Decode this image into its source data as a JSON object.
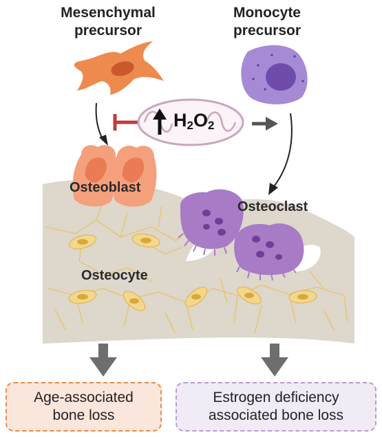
{
  "labels": {
    "mesenchymal_line1": "Mesenchymal",
    "mesenchymal_line2": "precursor",
    "monocyte_line1": "Monocyte",
    "monocyte_line2": "precursor",
    "osteoblast": "Osteoblast",
    "osteoclast": "Osteoclast",
    "osteocyte": "Osteocyte",
    "h2o2_main": "H",
    "h2o2_sub1": "2",
    "h2o2_mid": "O",
    "h2o2_sub2": "2"
  },
  "outcomes": {
    "left_line1": "Age-associated",
    "left_line2": "bone loss",
    "right_line1": "Estrogen deficiency",
    "right_line2": "associated bone loss"
  },
  "colors": {
    "osteoblast": "#f4a07c",
    "mesenchymal": "#ee8a4e",
    "monocyte": "#a68ad6",
    "osteoclast": "#a77bc6",
    "bone": "#ddd7cc",
    "osteocyte": "#f3d78e",
    "inhibit": "#c23a3a",
    "left_box_border": "#e98a44",
    "left_box_fill": "#fbe6dc",
    "right_box_border": "#b79ad2",
    "right_box_fill": "#f1ebf6"
  }
}
